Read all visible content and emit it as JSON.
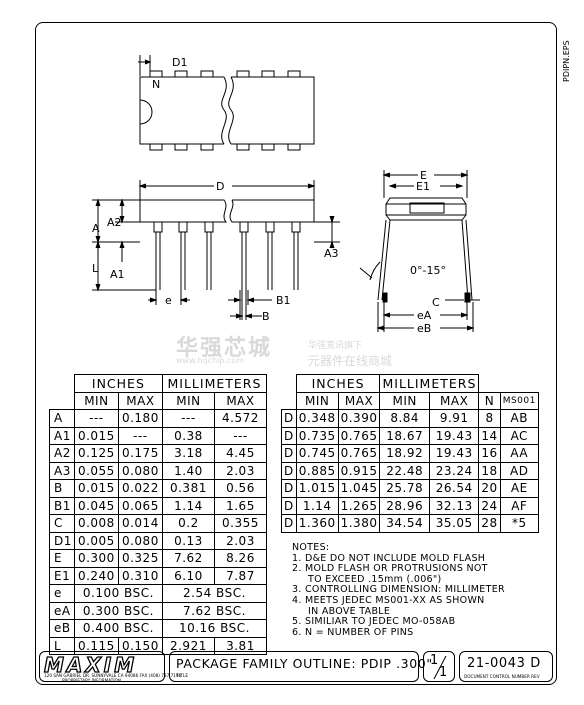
{
  "side_label": "PDIPN.EPS",
  "drawing_labels": {
    "d1": "D1",
    "n": "N",
    "d": "D",
    "e": "E",
    "e1": "E1",
    "a": "A",
    "a2": "A2",
    "l": "L",
    "a1": "A1",
    "a3": "A3",
    "angle": "0°-15°",
    "c": "C",
    "ea": "eA",
    "eb": "eB",
    "e_small": "e",
    "b1": "B1",
    "b": "B"
  },
  "watermark": {
    "cn_big": "华强芯城",
    "url": "www.hqchip.com",
    "cn_small": "华强宽讯旗下",
    "cn_sub": "元器件在线商城"
  },
  "table1": {
    "header_inches": "INCHES",
    "header_mm": "MILLIMETERS",
    "sub": [
      "MIN",
      "MAX",
      "MIN",
      "MAX"
    ],
    "rows": [
      [
        "A",
        "---",
        "0.180",
        "---",
        "4.572"
      ],
      [
        "A1",
        "0.015",
        "---",
        "0.38",
        "---"
      ],
      [
        "A2",
        "0.125",
        "0.175",
        "3.18",
        "4.45"
      ],
      [
        "A3",
        "0.055",
        "0.080",
        "1.40",
        "2.03"
      ],
      [
        "B",
        "0.015",
        "0.022",
        "0.381",
        "0.56"
      ],
      [
        "B1",
        "0.045",
        "0.065",
        "1.14",
        "1.65"
      ],
      [
        "C",
        "0.008",
        "0.014",
        "0.2",
        "0.355"
      ],
      [
        "D1",
        "0.005",
        "0.080",
        "0.13",
        "2.03"
      ],
      [
        "E",
        "0.300",
        "0.325",
        "7.62",
        "8.26"
      ],
      [
        "E1",
        "0.240",
        "0.310",
        "6.10",
        "7.87"
      ]
    ],
    "bsc_rows": [
      [
        "e",
        "0.100  BSC.",
        "2.54  BSC."
      ],
      [
        "eA",
        "0.300  BSC.",
        "7.62  BSC."
      ],
      [
        "eB",
        "0.400  BSC.",
        "10.16  BSC."
      ]
    ],
    "last_row": [
      "L",
      "0.115",
      "0.150",
      "2.921",
      "3.81"
    ]
  },
  "table2": {
    "header_inches": "INCHES",
    "header_mm": "MILLIMETERS",
    "sub": [
      "MIN",
      "MAX",
      "MIN",
      "MAX",
      "N",
      "MS001"
    ],
    "rows": [
      [
        "D",
        "0.348",
        "0.390",
        "8.84",
        "9.91",
        "8",
        "AB"
      ],
      [
        "D",
        "0.735",
        "0.765",
        "18.67",
        "19.43",
        "14",
        "AC"
      ],
      [
        "D",
        "0.745",
        "0.765",
        "18.92",
        "19.43",
        "16",
        "AA"
      ],
      [
        "D",
        "0.885",
        "0.915",
        "22.48",
        "23.24",
        "18",
        "AD"
      ],
      [
        "D",
        "1.015",
        "1.045",
        "25.78",
        "26.54",
        "20",
        "AE"
      ],
      [
        "D",
        "1.14",
        "1.265",
        "28.96",
        "32.13",
        "24",
        "AF"
      ],
      [
        "D",
        "1.360",
        "1.380",
        "34.54",
        "35.05",
        "28",
        "*5"
      ]
    ]
  },
  "notes": {
    "heading": "NOTES:",
    "n1": "1.  D&E DO NOT INCLUDE MOLD FLASH",
    "n2a": "2.  MOLD FLASH OR PROTRUSIONS NOT",
    "n2b": "TO EXCEED .15mm (.006\")",
    "n3": "3.  CONTROLLING DIMENSION: MILLIMETER",
    "n4a": "4.  MEETS JEDEC MS001-XX AS SHOWN",
    "n4b": "IN ABOVE TABLE",
    "n5": "5.  SIMILIAR TO JEDEC MO-058AB",
    "n6": "6.  N = NUMBER OF PINS"
  },
  "titleblock": {
    "logo": "MAXIM",
    "address": "120 SAN GABRIEL DR.  SUNNYVALE CA 94086  FAX (408) 737 7194",
    "proprietary": "PROPRIETARY INFORMATION",
    "title": "PACKAGE FAMILY OUTLINE: PDIP .300\"",
    "title_label": "TITLE",
    "sheet_top": "1",
    "sheet_bottom": "1",
    "doc_number": "21-0043 D",
    "doc_label": "DOCUMENT CONTROL NUMBER   REV"
  }
}
